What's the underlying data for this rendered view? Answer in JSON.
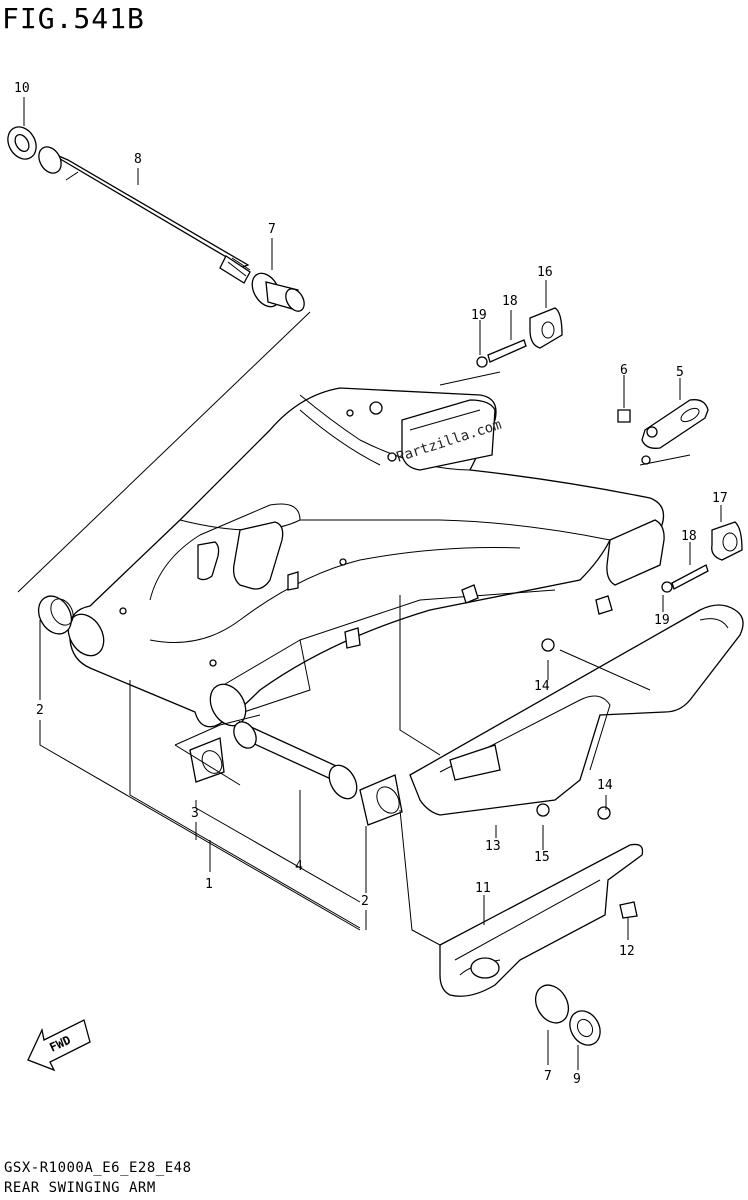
{
  "figure": {
    "title": "FIG.541B",
    "model_code": "GSX-R1000A_E6_E28_E48",
    "caption": "REAR SWINGING ARM",
    "watermark": "Partzilla.com",
    "direction_label": "FWD"
  },
  "callouts": [
    "10",
    "8",
    "7",
    "16",
    "18",
    "19",
    "6",
    "5",
    "17",
    "18",
    "19",
    "2",
    "14",
    "3",
    "4",
    "1",
    "13",
    "14",
    "15",
    "11",
    "12",
    "2",
    "7",
    "9"
  ],
  "colors": {
    "line": "#000000",
    "background": "#ffffff"
  }
}
